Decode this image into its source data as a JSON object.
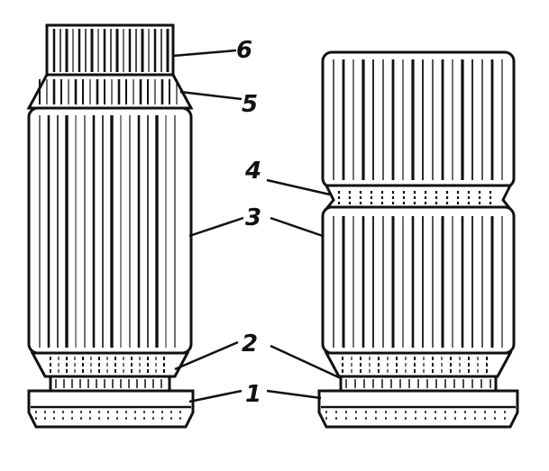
{
  "figure": {
    "labels": {
      "l1": "1",
      "l2": "2",
      "l3": "3",
      "l4": "4",
      "l5": "5",
      "l6": "6"
    },
    "colors": {
      "ink": "#111111",
      "paper": "#ffffff"
    }
  }
}
